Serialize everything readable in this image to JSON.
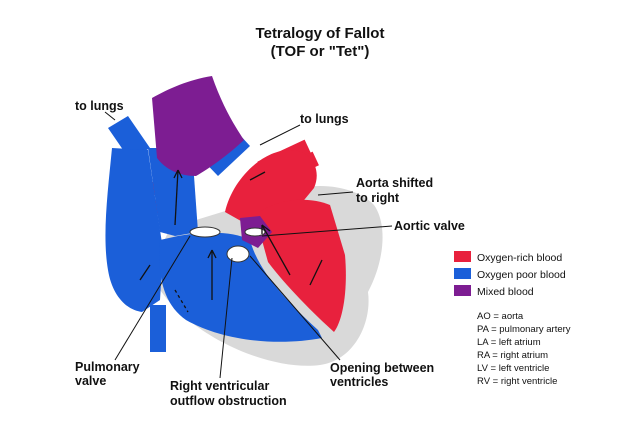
{
  "title": {
    "line1": "Tetralogy of Fallot",
    "line2": "(TOF or \"Tet\")"
  },
  "labels": {
    "to_lungs_left": "to lungs",
    "to_lungs_right": "to lungs",
    "aorta_line1": "Aorta shifted",
    "aorta_line2": "to right",
    "aortic_valve": "Aortic valve",
    "pulmonary_line1": "Pulmonary",
    "pulmonary_line2": "valve",
    "rv_obstruction_line1": "Right ventricular",
    "rv_obstruction_line2": "outflow obstruction",
    "opening_line1": "Opening between",
    "opening_line2": "ventricles"
  },
  "legend": {
    "items": [
      {
        "label": "Oxygen-rich blood",
        "color": "#e8213d"
      },
      {
        "label": "Oxygen poor blood",
        "color": "#1b5fd9"
      },
      {
        "label": "Mixed blood",
        "color": "#7d1d92"
      }
    ]
  },
  "abbreviations": [
    "AO = aorta",
    "PA = pulmonary artery",
    "LA = left atrium",
    "RA = right atrium",
    "LV = left ventricle",
    "RV = right ventricle"
  ],
  "colors": {
    "oxygen_rich": "#e8213d",
    "oxygen_poor": "#1b5fd9",
    "mixed": "#7d1d92",
    "heart_outline": "#d9d9d9"
  }
}
